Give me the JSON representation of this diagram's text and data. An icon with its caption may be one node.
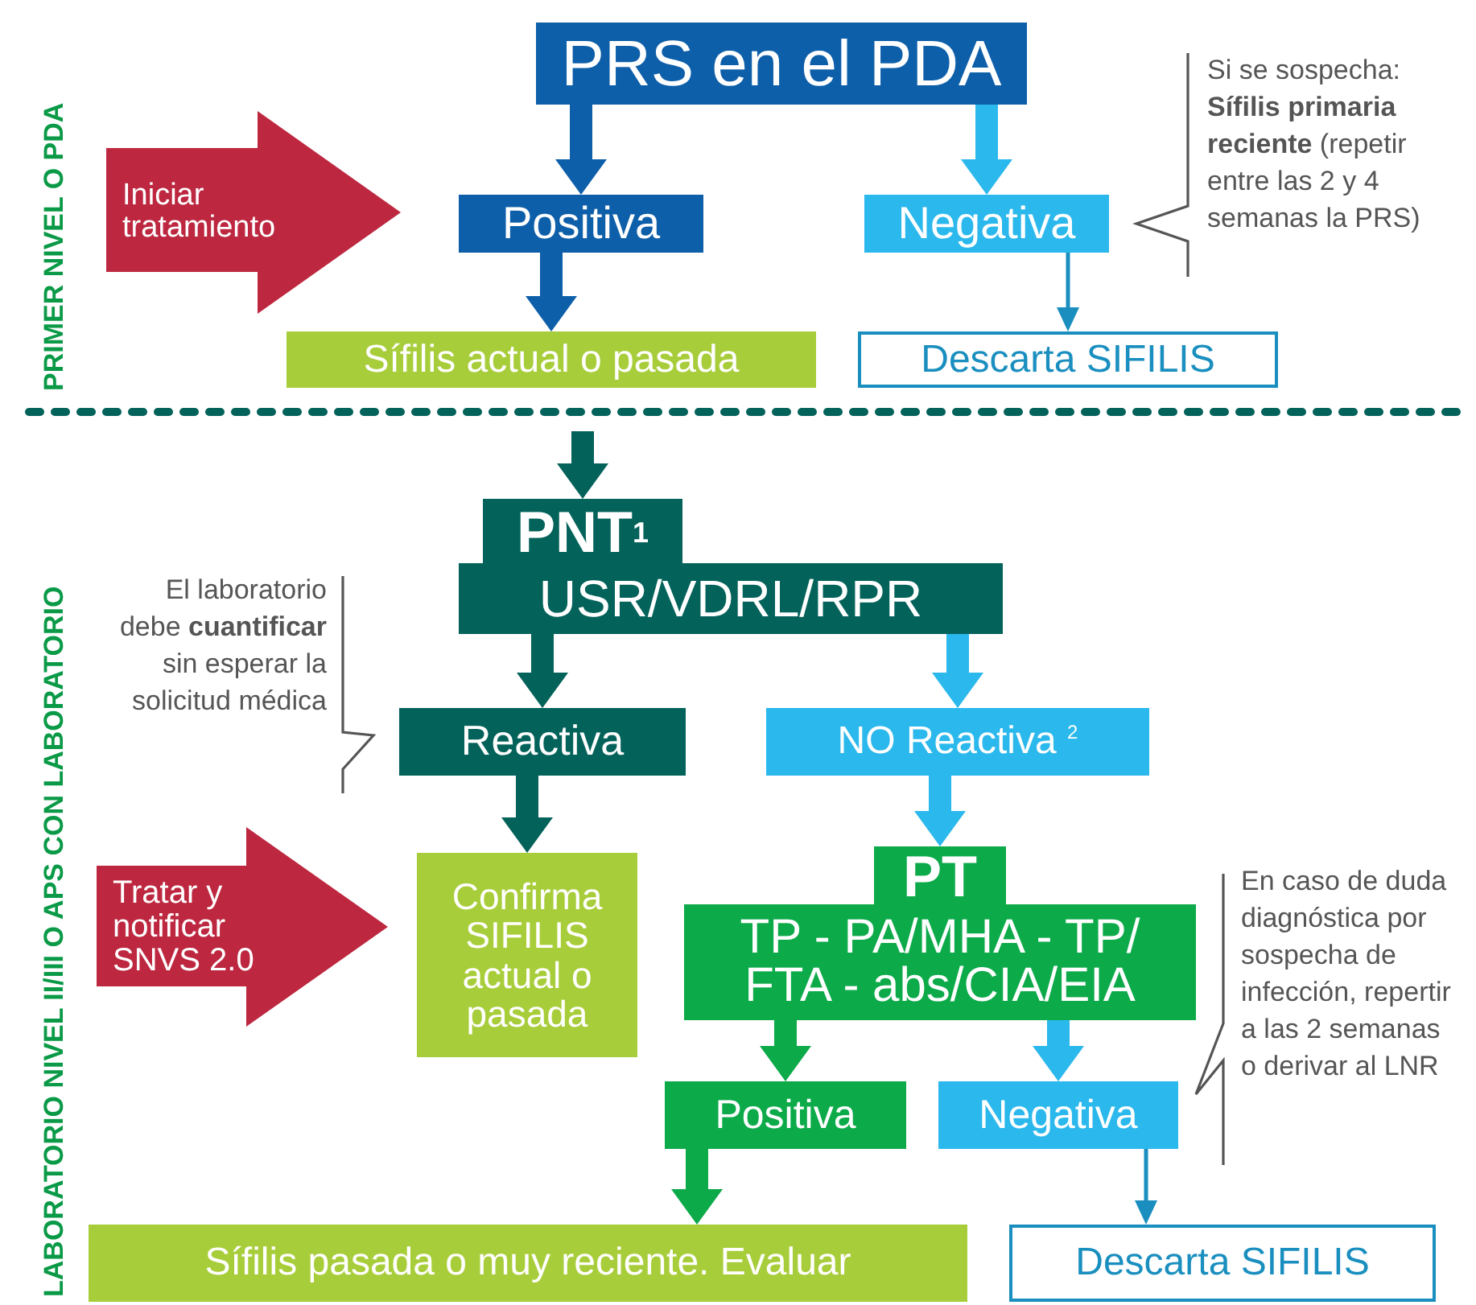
{
  "diagram": {
    "nodes": [
      {
        "text": [
          "PRS en el PDA"
        ]
      },
      {
        "text": [
          "Positiva"
        ]
      },
      {
        "text": [
          "Negativa"
        ]
      },
      {
        "text": [
          "Iniciar tratamiento"
        ]
      },
      {
        "text": [
          "Sífilis actual o pasada"
        ]
      },
      {
        "text": [
          "Descarta SIFILIS"
        ]
      },
      {
        "text": [
          "PNT$^{1}$",
          "USR/VDRL/RPR"
        ]
      },
      {
        "text": [
          "Reactiva"
        ]
      },
      {
        "text": [
          "NO Reactiva $^{2}$"
        ]
      },
      {
        "text": [
          "Tratar y notificar SNVS 2.0"
        ]
      },
      {
        "text": [
          "Confirma SIFILIS actual o pasada"
        ]
      },
      {
        "text": [
          "PT",
          "TP - PA/MHA - TP/ FTA - abs/CIA/EIA"
        ]
      },
      {
        "text": [
          "Positiva"
        ]
      },
      {
        "text": [
          "Negativa"
        ]
      },
      {
        "text": [
          "Sífilis pasada o muy reciente. Evaluar"
        ]
      },
      {
        "text": [
          "Descarta SIFILIS"
        ]
      }
    ],
    "edges": [
      {
        "from": 0,
        "to": 1,
        "arrow": "to",
        "style": "thick",
        "color": "#0e5fa9"
      },
      {
        "from": 0,
        "to": 2,
        "arrow": "to",
        "style": "thick",
        "color": "#2bb8ec"
      },
      {
        "from": 1,
        "to": 4,
        "arrow": "to",
        "style": "thick",
        "color": "#0e5fa9"
      },
      {
        "from": 2,
        "to": 5,
        "arrow": "to",
        "color": "#1a8fbf"
      },
      {
        "from": null,
        "to": 6,
        "arrow": "to",
        "style": "thick",
        "color": "#03625a"
      },
      {
        "from": 6,
        "to": 7,
        "arrow": "to",
        "style": "thick",
        "color": "#03625a"
      },
      {
        "from": 6,
        "to": 8,
        "arrow": "to",
        "style": "thick",
        "color": "#2bb8ec"
      },
      {
        "from": 7,
        "to": 10,
        "arrow": "to",
        "style": "thick",
        "color": "#03625a"
      },
      {
        "from": 8,
        "to": 11,
        "arrow": "to",
        "style": "thick",
        "color": "#2bb8ec"
      },
      {
        "from": 11,
        "to": 12,
        "arrow": "to",
        "style": "thick",
        "color": "#0daa4a"
      },
      {
        "from": 11,
        "to": 13,
        "arrow": "to",
        "style": "thick",
        "color": "#2bb8ec"
      },
      {
        "from": 12,
        "to": 14,
        "arrow": "to",
        "style": "thick",
        "color": "#0daa4a"
      },
      {
        "from": 13,
        "to": 15,
        "arrow": "to",
        "color": "#1a8fbf"
      }
    ],
    "labels": [
      "PRIMER NIVEL O PDA",
      "Si se sospecha: **Sífilis primaria reciente** (repetir entre las 2 y 4 semanas la PRS)",
      "LABORATORIO NIVEL II/III O APS CON LABORATORIO",
      "El laboratorio debe **cuantificar** sin esperar la solicitud médica",
      "En caso de duda diagnóstica por sospecha de infección, repertir a las 2 semanas o derivar al LNR"
    ]
  }
}
